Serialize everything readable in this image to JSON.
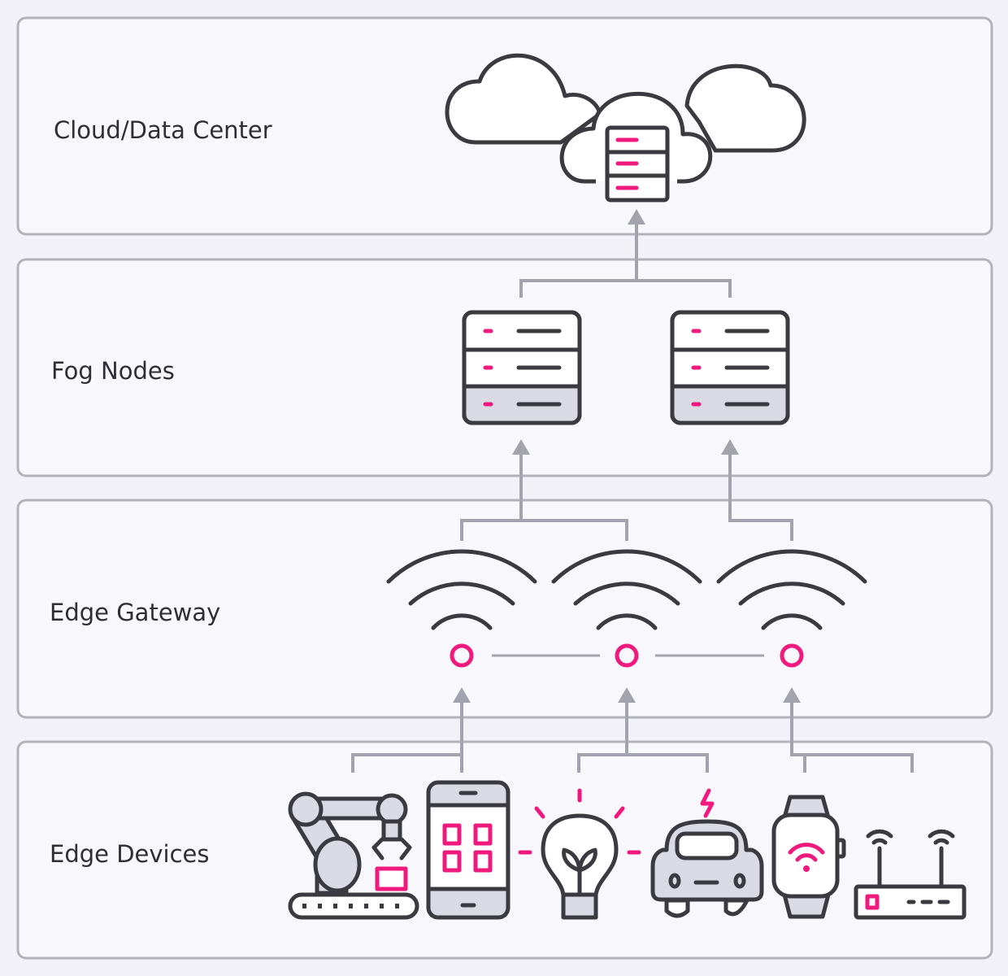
{
  "layers": [
    {
      "label": "Cloud/Data Center"
    },
    {
      "label": "Fog Nodes"
    },
    {
      "label": "Edge Gateway"
    },
    {
      "label": "Edge Devices"
    }
  ],
  "icons": {
    "cloud": "cloud-server-icon",
    "fog": "server-rack-icon",
    "gateway": "wifi-gateway-icon",
    "devices": [
      "robot-arm-icon",
      "smartphone-icon",
      "smart-bulb-icon",
      "electric-car-icon",
      "smartwatch-icon",
      "router-icon"
    ]
  },
  "colors": {
    "accent": "#f0197d",
    "ink": "#3a3a40",
    "connector": "#a3a3ad",
    "panel_border": "#b2b2ba"
  }
}
